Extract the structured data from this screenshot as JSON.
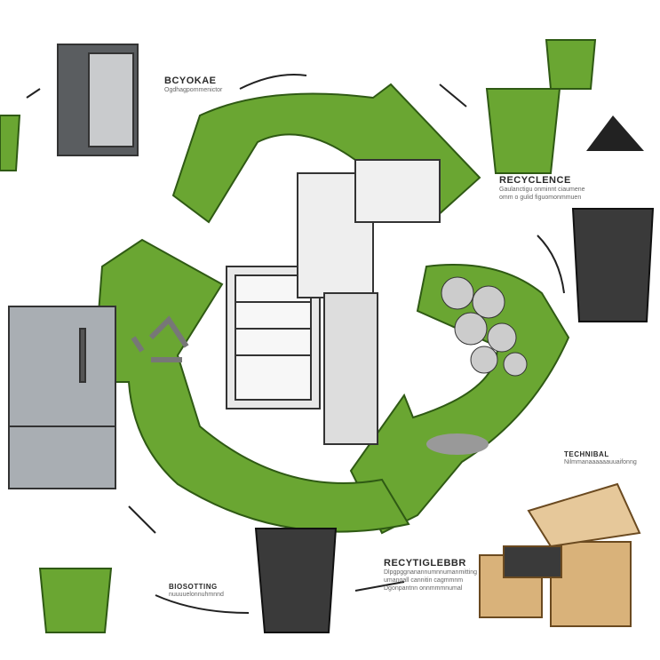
{
  "labels": {
    "top": {
      "title": "BCYOKAE",
      "sub": "Ogdhagpommenictor"
    },
    "right": {
      "title": "RECYCLENCE",
      "sub1": "Gaulanctigu onminnt ciaumene",
      "sub2": "omm o gulid figuomonmmuen"
    },
    "technical": {
      "title": "TECHNIBAL",
      "sub": "Nilmmanaaaaaauuaifonng"
    },
    "bottom_center": {
      "title": "RECYTIGLEBBR",
      "sub1": "Dlpgpggnanannumnnumanmitting",
      "sub2": "umangall cannitin cagmmnm",
      "sub3": "Dgonpantnn onnmmmnumal"
    },
    "bottom_left": {
      "title": "BIOSOTTING",
      "sub": "nuuuuelonnuhmnnd"
    }
  },
  "colors": {
    "green": "#6aa632",
    "dark_green": "#3f7a1c",
    "metal": "#9aa0a6",
    "wood": "#d9b27a"
  }
}
